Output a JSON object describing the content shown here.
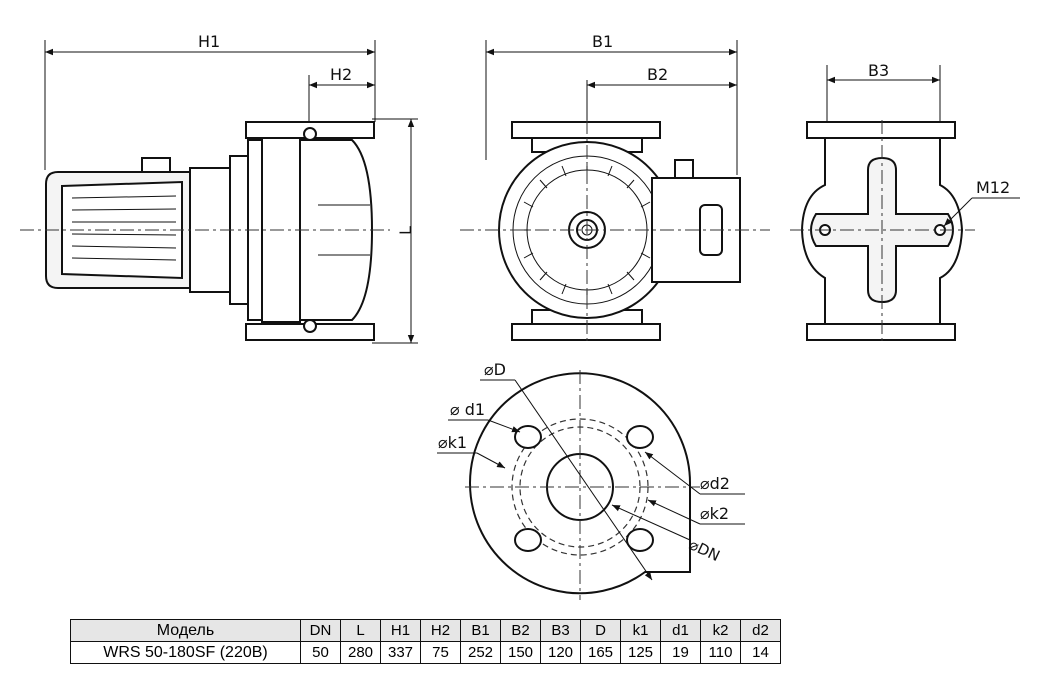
{
  "labels": {
    "H1": "H1",
    "H2": "H2",
    "L": "L",
    "B1": "B1",
    "B2": "B2",
    "B3": "B3",
    "M12": "M12",
    "D": "⌀D",
    "d1": "⌀ d1",
    "k1": "⌀k1",
    "d2": "⌀d2",
    "k2": "⌀k2",
    "DN": "⌀DN"
  },
  "table": {
    "model_header": "Модель",
    "headers": [
      "DN",
      "L",
      "H1",
      "H2",
      "B1",
      "B2",
      "B3",
      "D",
      "k1",
      "d1",
      "k2",
      "d2"
    ],
    "model": "WRS 50-180SF (220В)",
    "values": [
      "50",
      "280",
      "337",
      "75",
      "252",
      "150",
      "120",
      "165",
      "125",
      "19",
      "110",
      "14"
    ]
  }
}
